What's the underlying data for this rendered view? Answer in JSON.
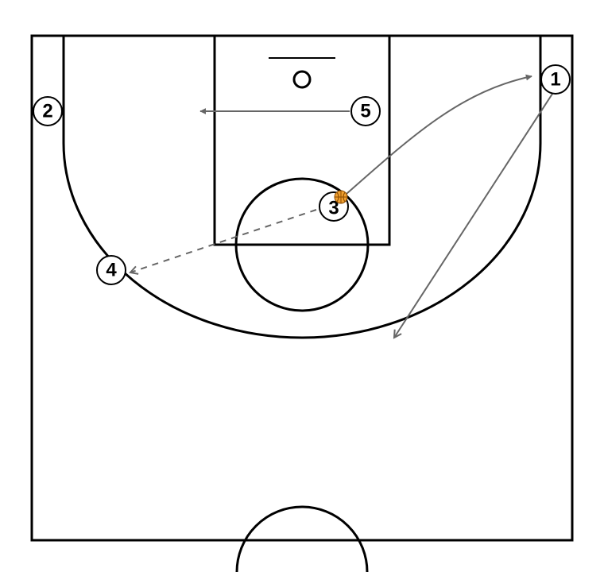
{
  "colors": {
    "court_lines": "#000000",
    "background": "#ffffff",
    "movement_arrow": "#666666",
    "ball": "#f0a030",
    "ball_seams": "#8a4a00"
  },
  "players": [
    {
      "id": "p1",
      "label": "1"
    },
    {
      "id": "p2",
      "label": "2"
    },
    {
      "id": "p3",
      "label": "3"
    },
    {
      "id": "p4",
      "label": "4"
    },
    {
      "id": "p5",
      "label": "5"
    }
  ],
  "ball_holder": "3",
  "movements": [
    {
      "from": "3",
      "to": "1",
      "kind": "cut",
      "style": "solid"
    },
    {
      "from": "1",
      "to": "open-space",
      "kind": "cut",
      "style": "solid"
    },
    {
      "from": "5",
      "to": "open-space",
      "kind": "cut",
      "style": "solid"
    },
    {
      "from": "3",
      "to": "4",
      "kind": "pass",
      "style": "dashed"
    }
  ]
}
